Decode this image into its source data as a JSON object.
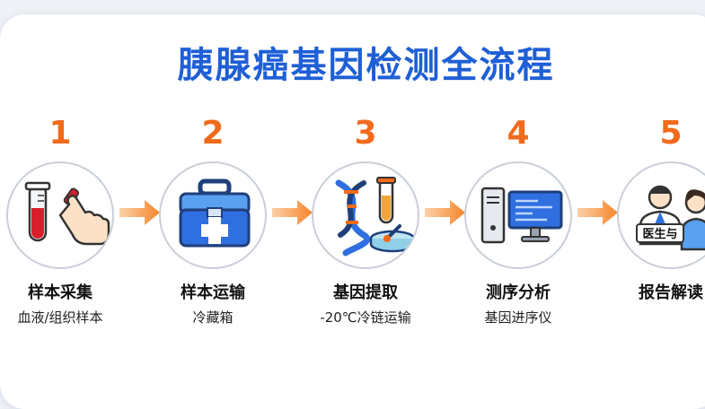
{
  "title": "胰腺癌基因检测全流程",
  "steps": [
    {
      "number": "1",
      "label": "样本采集",
      "sub": "血液/组织样本",
      "icon": "test-tube-hand-icon"
    },
    {
      "number": "2",
      "label": "样本运输",
      "sub": "冷藏箱",
      "icon": "medical-cooler-icon"
    },
    {
      "number": "3",
      "label": "基因提取",
      "sub": "-20℃冷链运输",
      "icon": "dna-tube-icon"
    },
    {
      "number": "4",
      "label": "测序分析",
      "sub": "基因进序仪",
      "icon": "computer-icon"
    },
    {
      "number": "5",
      "label": "报告解读",
      "sub": "",
      "icon": "doctor-patient-icon",
      "icon_text": "医生与"
    }
  ],
  "colors": {
    "title": "#1f5fd6",
    "number": "#f26a1b",
    "arrow": "#f5862b",
    "icon_blue": "#2f6fe0"
  }
}
